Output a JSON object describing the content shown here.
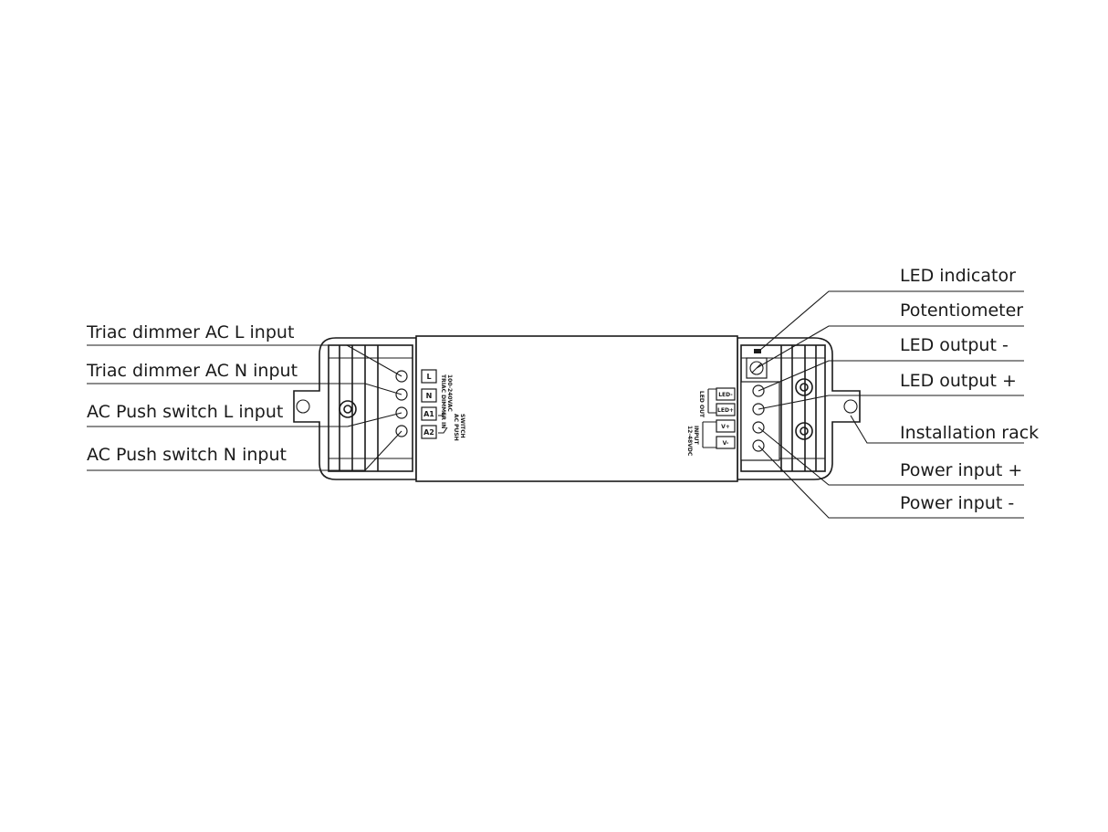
{
  "callouts_left": [
    "Triac dimmer AC L input",
    "Triac dimmer AC N input",
    "AC Push switch L input",
    "AC Push switch N input"
  ],
  "callouts_right": [
    "LED indicator",
    "Potentiometer",
    "LED output -",
    "LED output +",
    "Installation rack",
    "Power input +",
    "Power input -"
  ],
  "device": {
    "left_terminals": [
      "L",
      "N",
      "A1",
      "A2"
    ],
    "left_group_labels": [
      "TRIAC DIMMER IN",
      "100-240VAC",
      "AC PUSH",
      "SWITCH"
    ],
    "right_terminals": [
      "LED-",
      "LED+",
      "V+",
      "V-"
    ],
    "right_group_labels": [
      "LED OUT",
      "INPUT",
      "12-48VDC"
    ]
  }
}
